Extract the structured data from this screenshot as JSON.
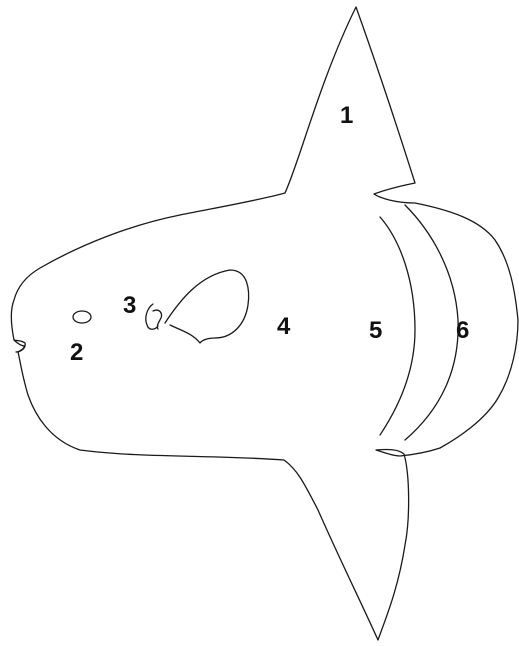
{
  "labels": {
    "dorsal_fin": "1",
    "eye": "2",
    "gill_opening": "3",
    "body": "4",
    "clavus_band": "5",
    "clavus_edge": "6"
  }
}
